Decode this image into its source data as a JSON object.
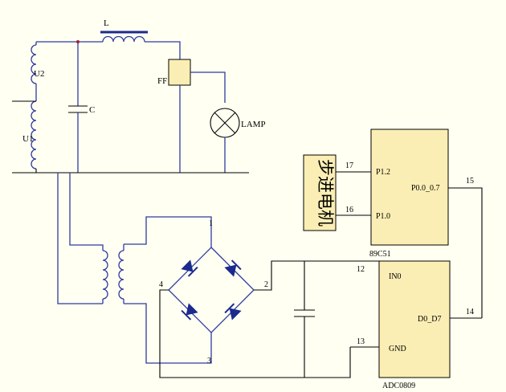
{
  "labels": {
    "inductor": "L",
    "coil_u2": "U2",
    "coil_u1": "U1",
    "capacitor": "C",
    "ff": "FF",
    "lamp": "LAMP"
  },
  "mcu": {
    "name": "89C51",
    "pin_p12": "P1.2",
    "pin_p10": "P1.0",
    "pin_p0": "P0.0_0.7",
    "num_17": "17",
    "num_16": "16",
    "num_15": "15"
  },
  "adc": {
    "name": "ADC0809",
    "pin_in0": "IN0",
    "pin_gnd": "GND",
    "pin_d": "D0_D7",
    "num_12": "12",
    "num_13": "13",
    "num_14": "14"
  },
  "bridge": {
    "node_1": "1",
    "node_2": "2",
    "node_3": "3",
    "node_4": "4"
  },
  "motor": {
    "label": "步进电机"
  },
  "colors": {
    "wire_blue": "#2E3B9E",
    "chip_fill": "#FBEEB4",
    "diode": "#1B2A8E"
  }
}
